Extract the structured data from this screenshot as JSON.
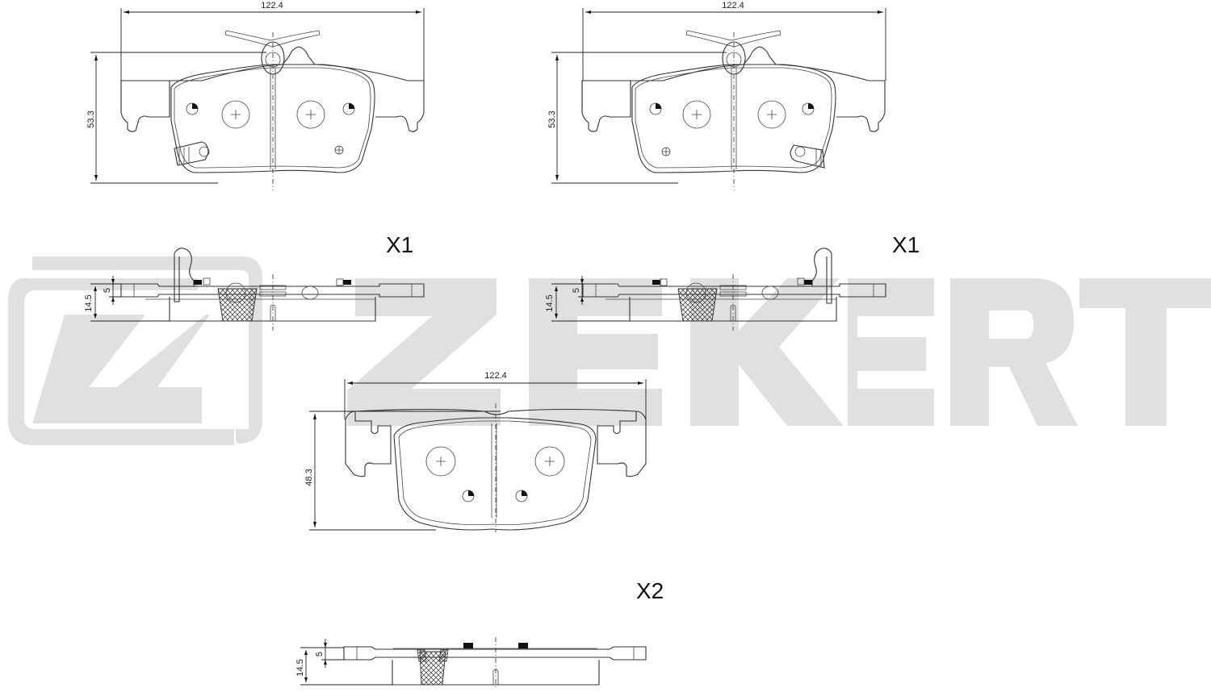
{
  "watermark": {
    "brand": "ZEKERT",
    "color": "#e0e0e0"
  },
  "views": [
    {
      "id": "pad-a-front",
      "type": "front-view",
      "width_label": "122.4",
      "height_label": "53.3",
      "features": [
        "wear-clip",
        "wear-sensor-tab-left"
      ]
    },
    {
      "id": "pad-b-front",
      "type": "front-view",
      "width_label": "122.4",
      "height_label": "53.3",
      "features": [
        "wear-clip",
        "wear-sensor-tab-right"
      ]
    },
    {
      "id": "pad-a-side",
      "type": "side-view",
      "quantity_label": "X1",
      "thickness_label": "14.5",
      "backplate_label": "5"
    },
    {
      "id": "pad-b-side",
      "type": "side-view",
      "quantity_label": "X1",
      "thickness_label": "14.5",
      "backplate_label": "5"
    },
    {
      "id": "pad-c-front",
      "type": "front-view",
      "width_label": "122.4",
      "height_label": "48.3"
    },
    {
      "id": "pad-c-side",
      "type": "side-view",
      "quantity_label": "X2",
      "thickness_label": "14.5",
      "backplate_label": "5"
    }
  ]
}
